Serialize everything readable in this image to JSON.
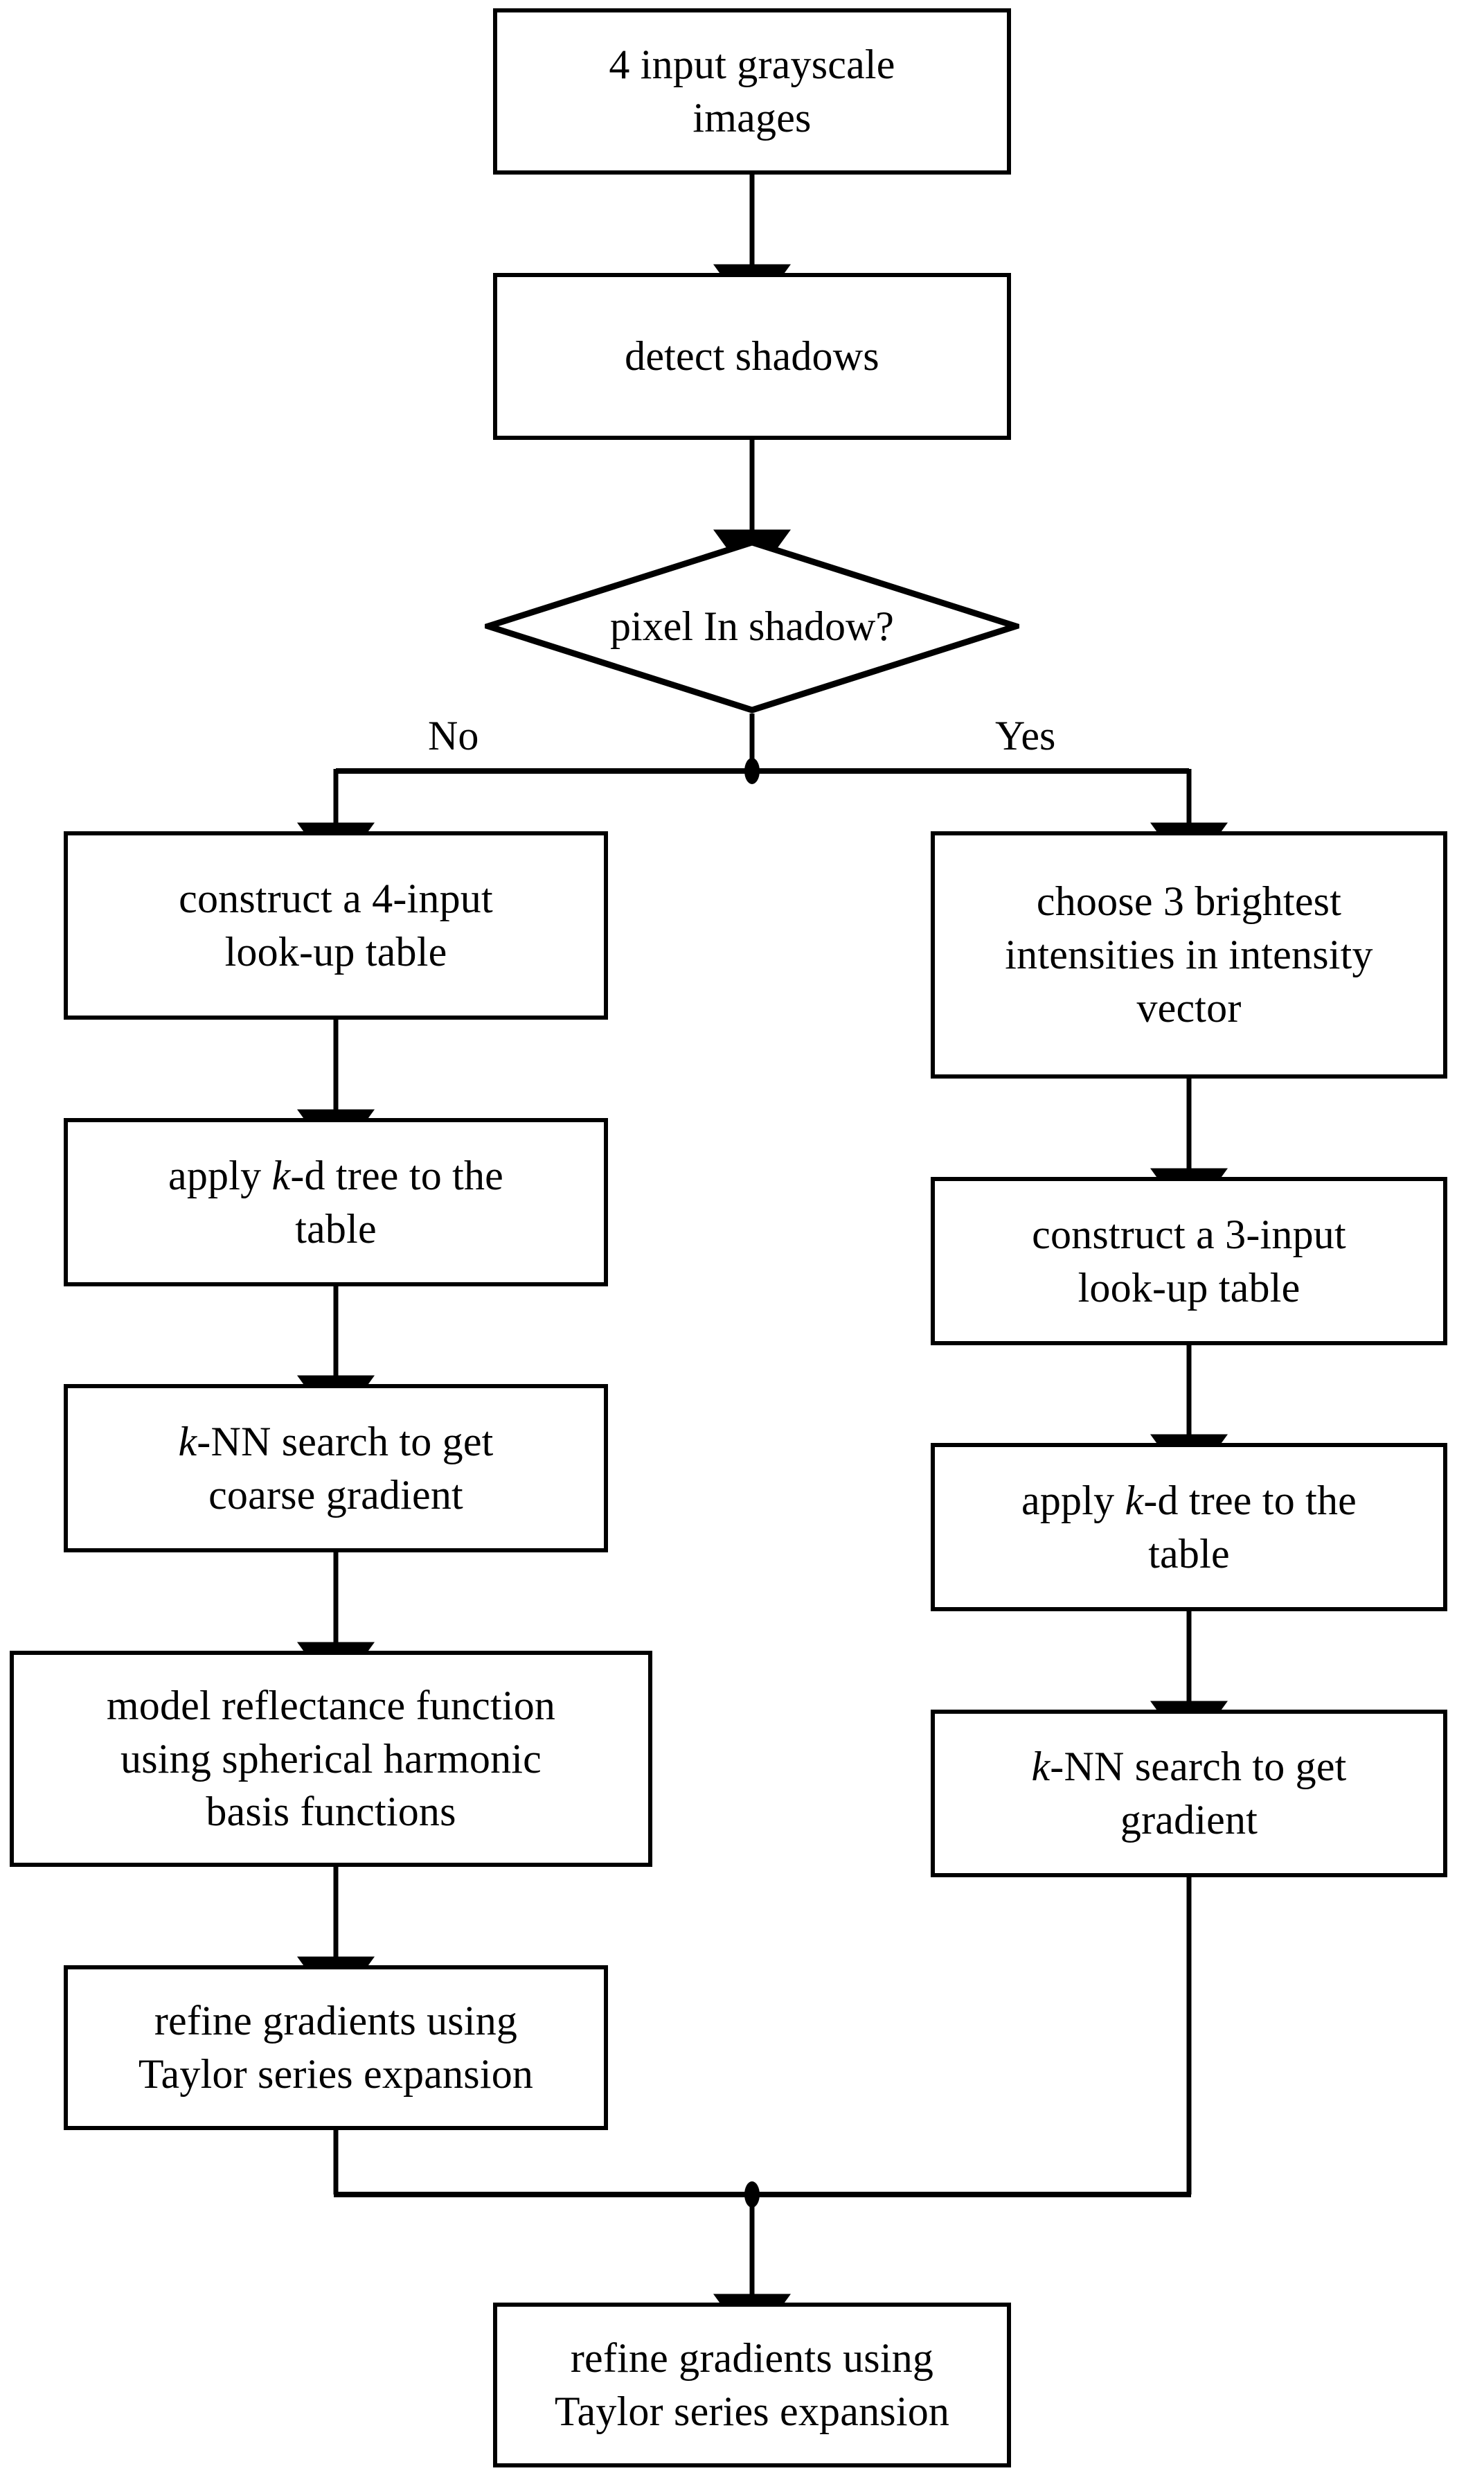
{
  "diagram": {
    "title": "photometric stereo gradient estimation flowchart",
    "type": "flowchart",
    "background_color": "#ffffff",
    "line_color": "#000000",
    "text_color": "#000000",
    "nodes": [
      {
        "id": "input",
        "shape": "rect",
        "text": "4 input grayscale\nimages"
      },
      {
        "id": "detect",
        "shape": "rect",
        "text": "detect shadows"
      },
      {
        "id": "decision",
        "shape": "diamond",
        "text": "pixel In shadow?"
      },
      {
        "id": "lut4",
        "shape": "rect",
        "text": "construct a 4-input\nlook-up table"
      },
      {
        "id": "kdtree_left",
        "shape": "rect",
        "text_pre": "apply ",
        "text_italic": "k",
        "text_post": "-d tree to the\ntable"
      },
      {
        "id": "knn_left",
        "shape": "rect",
        "text_italic": "k",
        "text_post": "-NN search to get\ncoarse gradient"
      },
      {
        "id": "model",
        "shape": "rect",
        "text": "model reflectance function\nusing spherical harmonic\nbasis functions"
      },
      {
        "id": "refine_left",
        "shape": "rect",
        "text": "refine gradients using\nTaylor series expansion"
      },
      {
        "id": "brightest",
        "shape": "rect",
        "text": "choose 3 brightest\nintensities in intensity\nvector"
      },
      {
        "id": "lut3",
        "shape": "rect",
        "text": "construct a 3-input\nlook-up table"
      },
      {
        "id": "kdtree_right",
        "shape": "rect",
        "text_pre": "apply ",
        "text_italic": "k",
        "text_post": "-d tree to the\ntable"
      },
      {
        "id": "knn_right",
        "shape": "rect",
        "text_italic": "k",
        "text_post": "-NN search to get\ngradient"
      },
      {
        "id": "refine_final",
        "shape": "rect",
        "text": "refine gradients using\nTaylor series expansion"
      }
    ],
    "edge_labels": {
      "no": "No",
      "yes": "Yes"
    },
    "edges": [
      {
        "from": "input",
        "to": "detect",
        "label": ""
      },
      {
        "from": "detect",
        "to": "decision",
        "label": ""
      },
      {
        "from": "decision",
        "to": "lut4",
        "label": "No"
      },
      {
        "from": "decision",
        "to": "brightest",
        "label": "Yes"
      },
      {
        "from": "lut4",
        "to": "kdtree_left",
        "label": ""
      },
      {
        "from": "kdtree_left",
        "to": "knn_left",
        "label": ""
      },
      {
        "from": "knn_left",
        "to": "model",
        "label": ""
      },
      {
        "from": "model",
        "to": "refine_left",
        "label": ""
      },
      {
        "from": "brightest",
        "to": "lut3",
        "label": ""
      },
      {
        "from": "lut3",
        "to": "kdtree_right",
        "label": ""
      },
      {
        "from": "kdtree_right",
        "to": "knn_right",
        "label": ""
      },
      {
        "from": "refine_left",
        "to": "refine_final",
        "label": ""
      },
      {
        "from": "knn_right",
        "to": "refine_final",
        "label": ""
      }
    ]
  },
  "nodes_text": {
    "input": "4 input grayscale\nimages",
    "detect": "detect shadows",
    "decision": "pixel In shadow?",
    "lut4": "construct a 4-input\nlook-up table",
    "kdtree_left_pre": "apply ",
    "kdtree_left_k": "k",
    "kdtree_left_post": "-d tree to the\ntable",
    "knn_left_k": "k",
    "knn_left_post": "-NN search to get\ncoarse gradient",
    "model": "model reflectance function\nusing spherical harmonic\nbasis functions",
    "refine_left": "refine gradients using\nTaylor series expansion",
    "brightest": "choose 3 brightest\nintensities in intensity\nvector",
    "lut3": "construct a 3-input\nlook-up table",
    "kdtree_right_pre": "apply ",
    "kdtree_right_k": "k",
    "kdtree_right_post": "-d tree to the\ntable",
    "knn_right_k": "k",
    "knn_right_post": "-NN search to get\ngradient",
    "refine_final": "refine gradients using\nTaylor series expansion"
  },
  "labels": {
    "no": "No",
    "yes": "Yes"
  }
}
